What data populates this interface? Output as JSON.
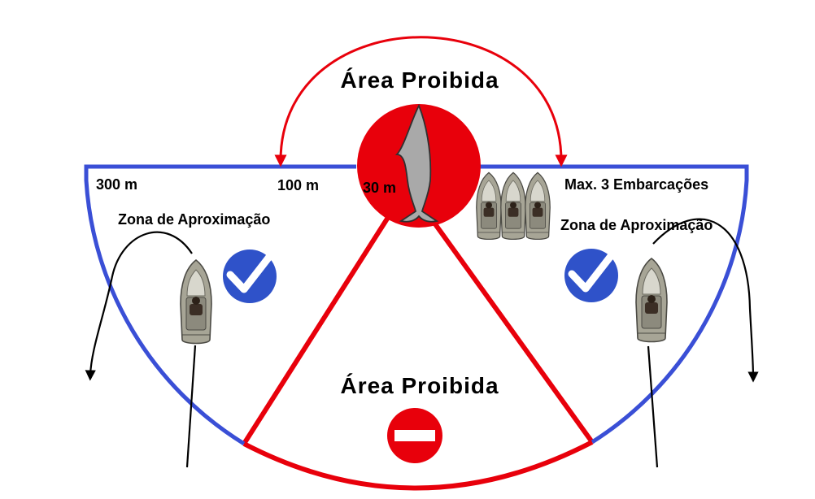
{
  "labels": {
    "top_area": "Área Proibida",
    "bottom_area": "Área Proibida",
    "dist_300": "300 m",
    "dist_100": "100 m",
    "dist_30": "30 m",
    "max_boats": "Max. 3 Embarcações",
    "zone_left": "Zona de Aproximação",
    "zone_right": "Zona de Aproximação"
  },
  "colors": {
    "outer_boundary": "#3a4fd6",
    "forbidden": "#e8000b",
    "check_badge": "#2f52c9",
    "arrow_black": "#000000"
  },
  "icons": {
    "center": "dolphin-icon",
    "no_entry": "no-entry-icon",
    "approved": "check-badge-icon",
    "vessel": "boat-icon"
  }
}
